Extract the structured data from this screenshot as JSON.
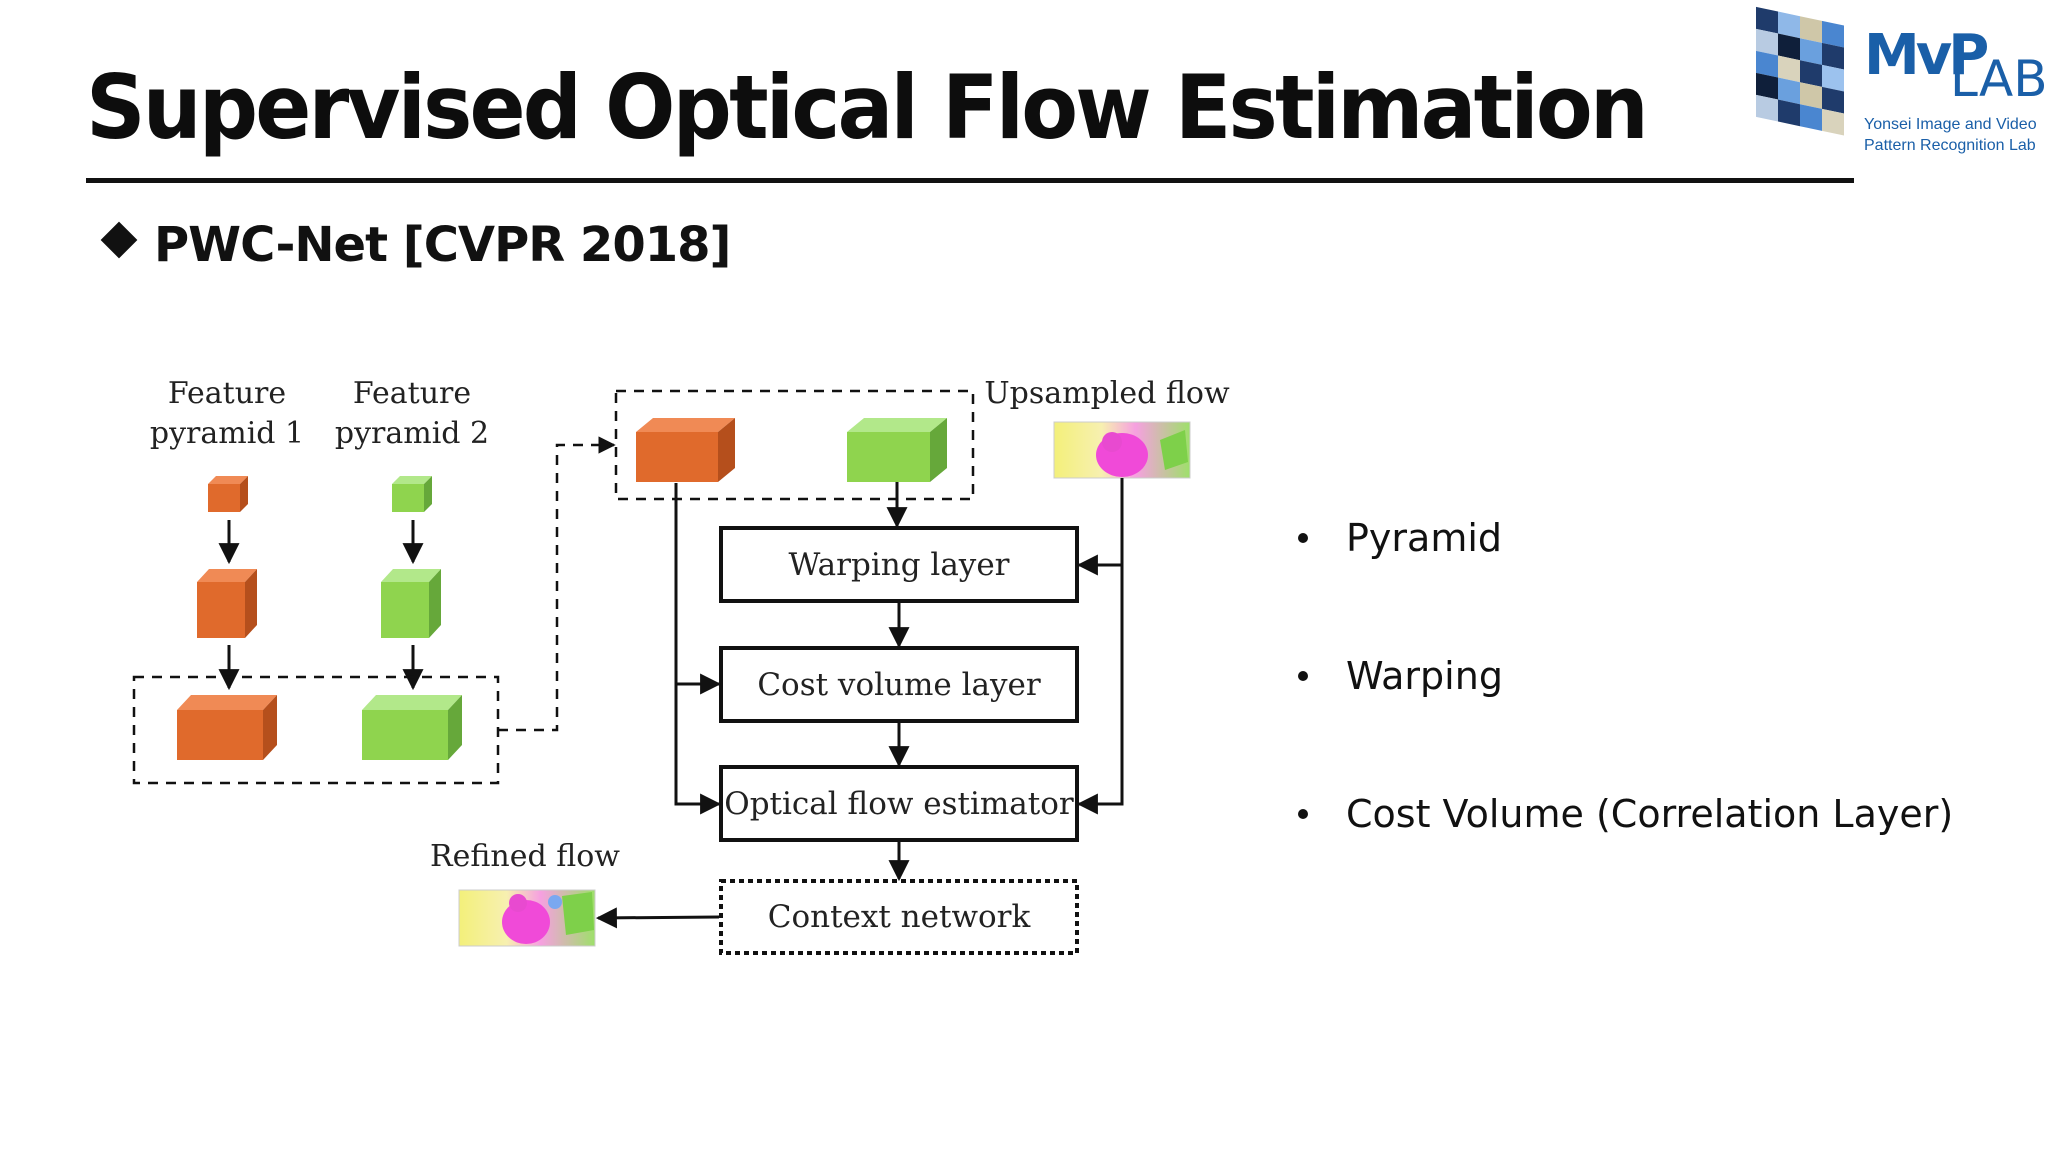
{
  "title": "Supervised Optical Flow Estimation",
  "subtitle": "PWC-Net [CVPR 2018]",
  "logo": {
    "mark_left": "MvP",
    "mark_right": "LAB",
    "line1": "Yonsei Image and Video",
    "line2": "Pattern Recognition Lab",
    "color": "#1a5fa8"
  },
  "diagram": {
    "labels": {
      "feature_pyramid_1_line1": "Feature",
      "feature_pyramid_1_line2": "pyramid 1",
      "feature_pyramid_2_line1": "Feature",
      "feature_pyramid_2_line2": "pyramid 2",
      "upsampled_flow": "Upsampled flow",
      "refined_flow": "Refined flow"
    },
    "blocks": {
      "warping_layer": "Warping layer",
      "cost_volume_layer": "Cost volume layer",
      "optical_flow_estimator": "Optical flow estimator",
      "context_network": "Context network"
    },
    "colors": {
      "pyramid1": "#e06a2c",
      "pyramid2": "#8fd44e"
    }
  },
  "bullets": [
    "Pyramid",
    "Warping",
    "Cost Volume (Correlation Layer)"
  ]
}
